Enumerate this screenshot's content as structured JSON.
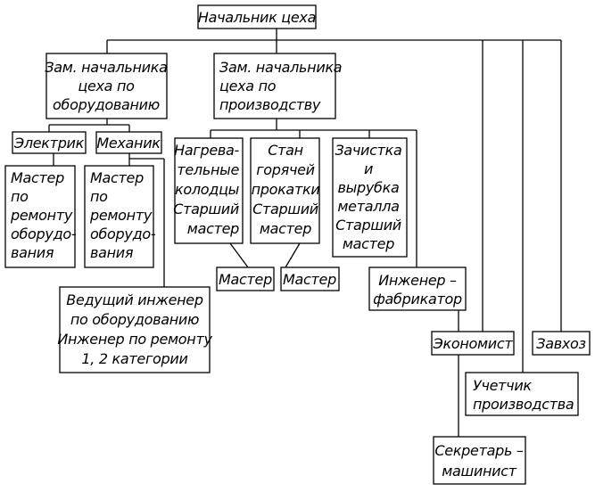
{
  "nodes": {
    "head": {
      "lines": [
        "Начальник цеха"
      ]
    },
    "dep_equip": {
      "lines": [
        "Зам. начальника",
        "цеха по",
        "оборудованию"
      ]
    },
    "dep_prod": {
      "lines": [
        "Зам. начальника",
        "цеха по",
        "производству"
      ]
    },
    "electric": {
      "lines": [
        "Электрик"
      ]
    },
    "mechanic": {
      "lines": [
        "Механик"
      ]
    },
    "master_rep1": {
      "lines": [
        "Мастер",
        "по",
        "ремонту",
        "оборудо-",
        "вания"
      ]
    },
    "master_rep2": {
      "lines": [
        "Мастер",
        "по",
        "ремонту",
        "оборудо-",
        "вания"
      ]
    },
    "wells": {
      "lines": [
        "Нагрева-",
        "тельные",
        "колодцы",
        "Старший",
        "мастер"
      ]
    },
    "mill": {
      "lines": [
        "Стан",
        "горячей",
        "прокатки",
        "Старший",
        "мастер"
      ]
    },
    "cleaning": {
      "lines": [
        "Зачистка",
        "и",
        "вырубка",
        "металла",
        "Старший",
        "мастер"
      ]
    },
    "master1": {
      "lines": [
        "Мастер"
      ]
    },
    "master2": {
      "lines": [
        "Мастер"
      ]
    },
    "lead_eng": {
      "lines": [
        "Ведущий инженер",
        "по оборудованию",
        "Инженер по ремонту",
        "1, 2 категории"
      ]
    },
    "fabricator": {
      "lines": [
        "Инженер –",
        "фабрикатор"
      ]
    },
    "economist": {
      "lines": [
        "Экономист"
      ]
    },
    "supply": {
      "lines": [
        "Завхоз"
      ]
    },
    "accountant": {
      "lines": [
        "Учетчик",
        "производства"
      ]
    },
    "secretary": {
      "lines": [
        "Секретарь –",
        "машинист"
      ]
    }
  }
}
